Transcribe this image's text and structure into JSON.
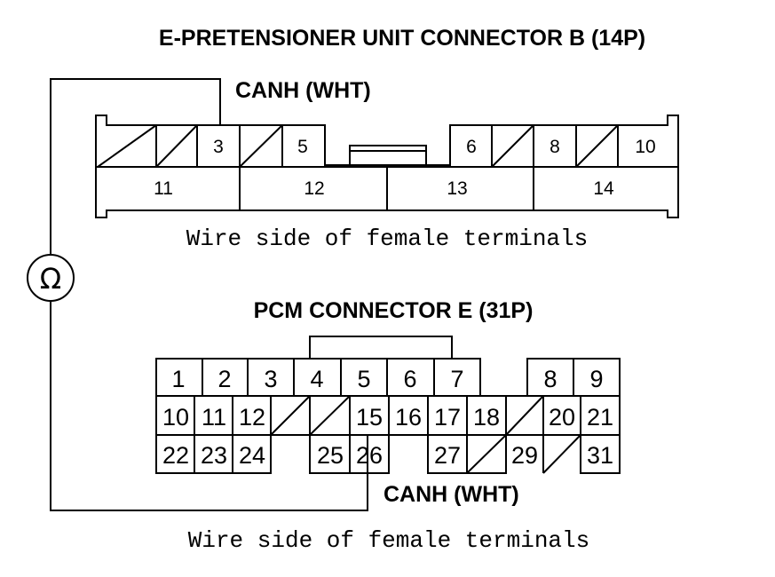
{
  "connector_b": {
    "title": "E-PRETENSIONER UNIT CONNECTOR B (14P)",
    "probe_label": "CANH (WHT)",
    "note": "Wire side of female terminals",
    "top_row": [
      "",
      "",
      "3",
      "",
      "5",
      "6",
      "",
      "8",
      "",
      "10"
    ],
    "bottom_row": [
      "11",
      "12",
      "13",
      "14"
    ]
  },
  "connector_e": {
    "title": "PCM CONNECTOR E (31P)",
    "probe_label": "CANH (WHT)",
    "note": "Wire side of female terminals",
    "row1": [
      "1",
      "2",
      "3",
      "4",
      "5",
      "6",
      "7",
      "8",
      "9"
    ],
    "row2": [
      "10",
      "11",
      "12",
      "15",
      "16",
      "17",
      "18",
      "20",
      "21"
    ],
    "row3": [
      "22",
      "23",
      "24",
      "25",
      "26",
      "27",
      "29",
      "31"
    ]
  },
  "meter": {
    "symbol": "Ω",
    "icon": "ohmmeter-icon"
  }
}
